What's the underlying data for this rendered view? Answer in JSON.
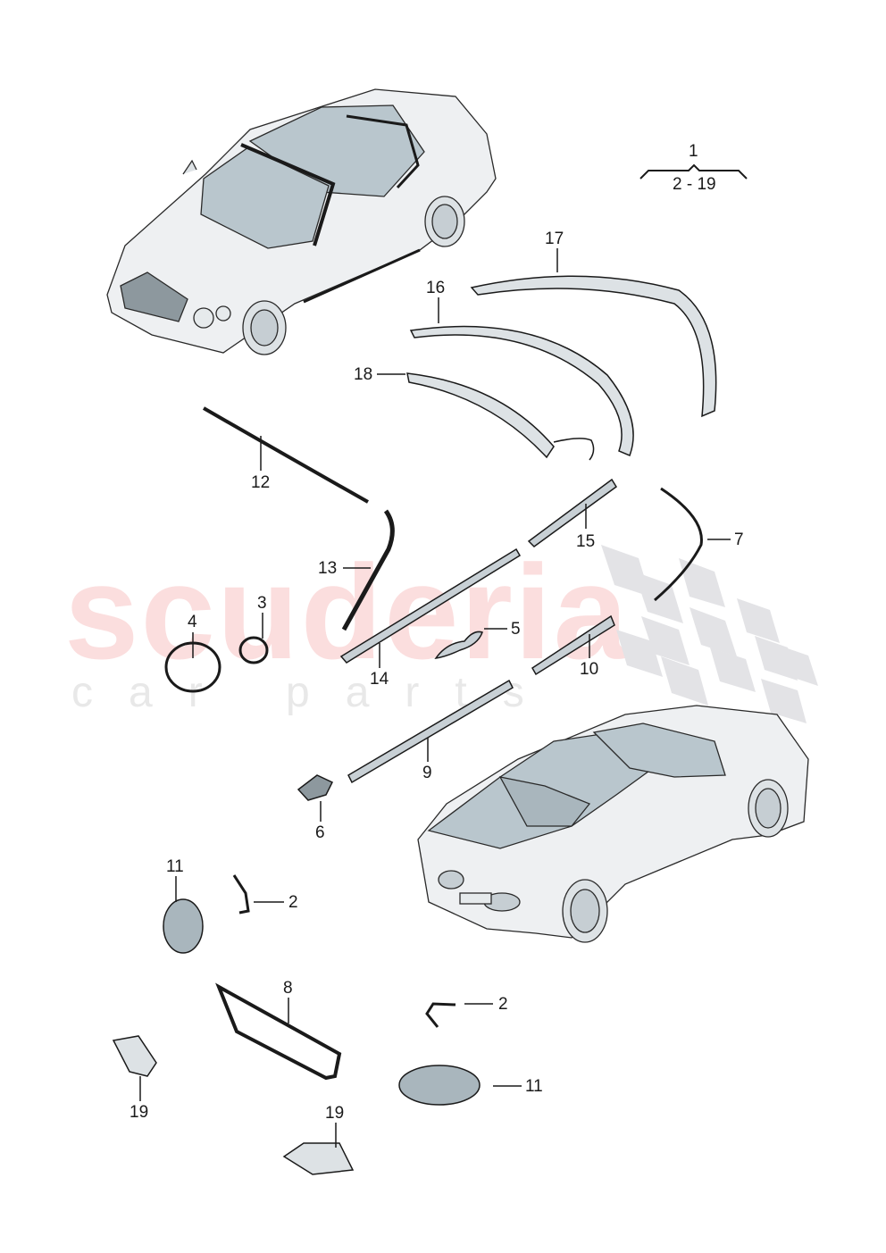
{
  "watermark": {
    "main": "scuderia",
    "sub": "car parts",
    "main_color": "#fbdede",
    "sub_color": "#e8e8e8",
    "checker_color": "#e3e3e6"
  },
  "assembly": {
    "label": "1",
    "range": "2 - 19"
  },
  "callouts": [
    {
      "id": "17",
      "label": "17"
    },
    {
      "id": "16",
      "label": "16"
    },
    {
      "id": "18",
      "label": "18"
    },
    {
      "id": "12",
      "label": "12"
    },
    {
      "id": "15",
      "label": "15"
    },
    {
      "id": "7",
      "label": "7"
    },
    {
      "id": "13",
      "label": "13"
    },
    {
      "id": "3",
      "label": "3"
    },
    {
      "id": "4",
      "label": "4"
    },
    {
      "id": "5",
      "label": "5"
    },
    {
      "id": "14",
      "label": "14"
    },
    {
      "id": "10",
      "label": "10"
    },
    {
      "id": "9",
      "label": "9"
    },
    {
      "id": "6",
      "label": "6"
    },
    {
      "id": "11a",
      "label": "11"
    },
    {
      "id": "2a",
      "label": "2"
    },
    {
      "id": "8",
      "label": "8"
    },
    {
      "id": "2b",
      "label": "2"
    },
    {
      "id": "11b",
      "label": "11"
    },
    {
      "id": "19a",
      "label": "19"
    },
    {
      "id": "19b",
      "label": "19"
    }
  ],
  "colors": {
    "line": "#1a1a1a",
    "glass": "#b9c6cd",
    "body": "#eef0f2",
    "part": "#c8d0d5"
  }
}
